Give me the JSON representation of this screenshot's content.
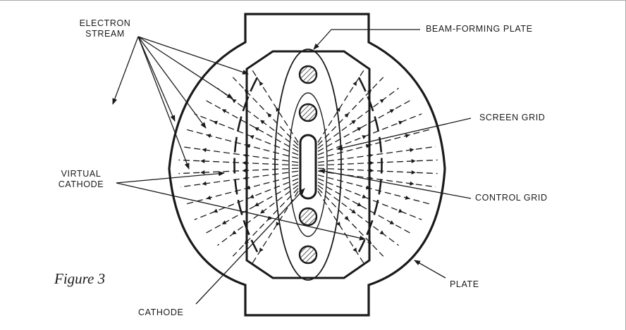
{
  "figure": {
    "caption": "Figure 3"
  },
  "labels": {
    "electron_stream_line1": "ELECTRON",
    "electron_stream_line2": "STREAM",
    "beam_forming_plate": "BEAM-FORMING PLATE",
    "screen_grid": "SCREEN GRID",
    "virtual_cathode_line1": "VIRTUAL",
    "virtual_cathode_line2": "CATHODE",
    "control_grid": "CONTROL GRID",
    "plate": "PLATE",
    "cathode": "CATHODE"
  },
  "colors": {
    "ink": "#1a1a1a",
    "paper": "#ffffff",
    "hatch": "#555555"
  }
}
